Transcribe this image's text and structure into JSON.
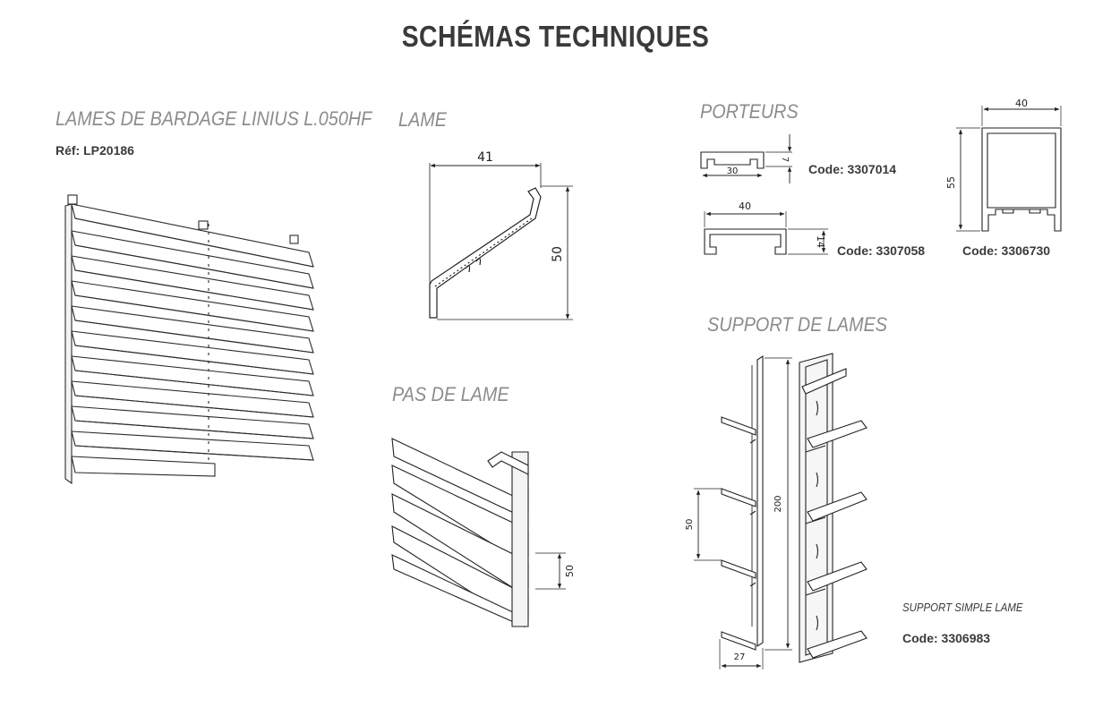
{
  "title": "SCHÉMAS TECHNIQUES",
  "panels": {
    "bardage": {
      "heading": "LAMES DE BARDAGE LINIUS L.050HF",
      "ref": "Réf: LP20186"
    },
    "lame": {
      "heading": "LAME",
      "dim_width": "41",
      "dim_height": "50"
    },
    "pas": {
      "heading": "PAS DE LAME",
      "dim_pitch": "50"
    },
    "porteurs": {
      "heading": "PORTEURS",
      "profile_a": {
        "code": "Code: 3307014",
        "dim_width": "30",
        "dim_height": "7"
      },
      "profile_b": {
        "code": "Code: 3307058",
        "dim_width": "40",
        "dim_height": "14"
      },
      "profile_c": {
        "code": "Code: 3306730",
        "dim_width": "40",
        "dim_height": "55"
      }
    },
    "support": {
      "heading": "SUPPORT DE LAMES",
      "dim_total": "200",
      "dim_pitch": "50",
      "dim_depth": "27",
      "caption": "SUPPORT SIMPLE LAME",
      "code": "Code: 3306983"
    }
  },
  "colors": {
    "line": "#2b2b2b",
    "heading_grey": "#8c8c8c",
    "title": "#3a3a3a"
  }
}
